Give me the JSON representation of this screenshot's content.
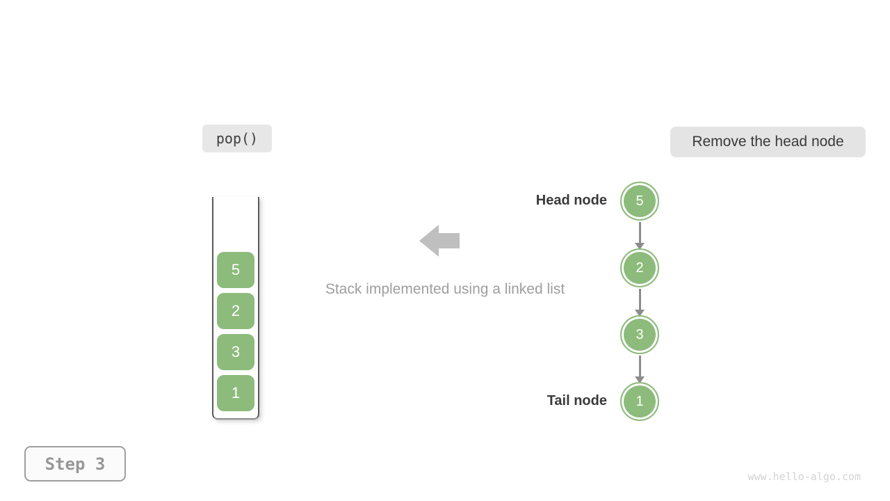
{
  "operation": {
    "label": "pop()"
  },
  "description": {
    "label": "Remove the head node"
  },
  "stack": {
    "items": [
      "5",
      "2",
      "3",
      "1"
    ]
  },
  "caption": {
    "text": "Stack implemented using a linked list",
    "arrow_icon": "left-arrow"
  },
  "linked_list": {
    "head_label": "Head node",
    "tail_label": "Tail node",
    "nodes": [
      "5",
      "2",
      "3",
      "1"
    ]
  },
  "step": {
    "label": "Step 3"
  },
  "watermark": {
    "text": "www.hello-algo.com"
  },
  "colors": {
    "node_green": "#8cbb7b",
    "label_bg": "#e4e4e4",
    "arrow_gray": "#bfbfbf",
    "connector_gray": "#8c8c8c",
    "text_dark": "#3a3a3a",
    "text_muted": "#9e9e9e",
    "watermark_gray": "#d3d3d3"
  }
}
